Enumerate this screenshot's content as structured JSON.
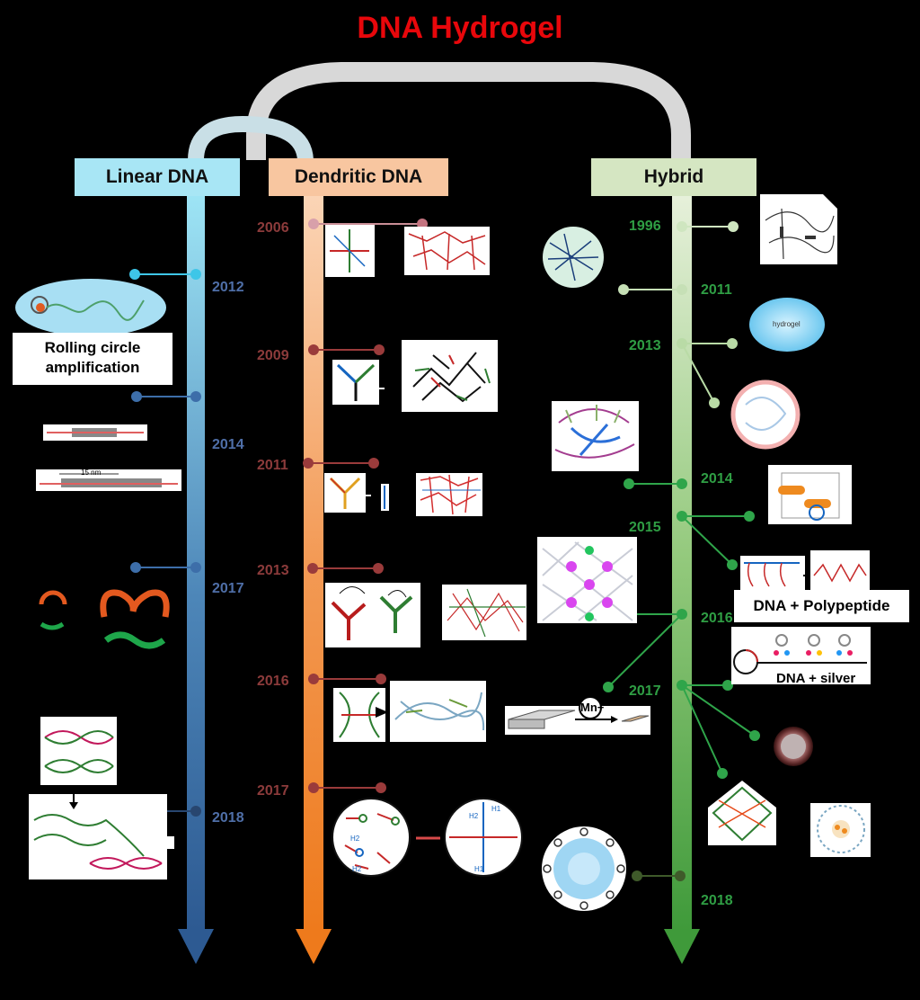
{
  "title": "DNA Hydrogel",
  "headers": {
    "linear": "Linear DNA",
    "dendritic": "Dendritic DNA",
    "hybrid": "Hybrid"
  },
  "years": {
    "linear": [
      "2012",
      "2014",
      "2017",
      "2018"
    ],
    "dendritic": [
      "2006",
      "2009",
      "2011",
      "2013",
      "2016",
      "2017"
    ],
    "hybrid": [
      "1996",
      "2011",
      "2013",
      "2014",
      "2015",
      "2016",
      "2017",
      "2018"
    ]
  },
  "labels": {
    "rca": "Rolling circle amplification",
    "scale": "15 nm",
    "polypeptide": "DNA + Polypeptide",
    "silver": "DNA + silver",
    "metal_ion": "Mn+",
    "hydrogel": "hydrogel",
    "dendrimer_labels": [
      "H2",
      "H1",
      "H2",
      "H1",
      "H2"
    ]
  },
  "colors": {
    "title": "#e8070b",
    "linear_header": "#a8e6f5",
    "dendritic_header": "#f8c6a0",
    "hybrid_header": "#d5e6c2",
    "linear_year": "#4f6fa8",
    "dendritic_year": "#8c3b3b",
    "hybrid_year": "#2f9e44"
  }
}
